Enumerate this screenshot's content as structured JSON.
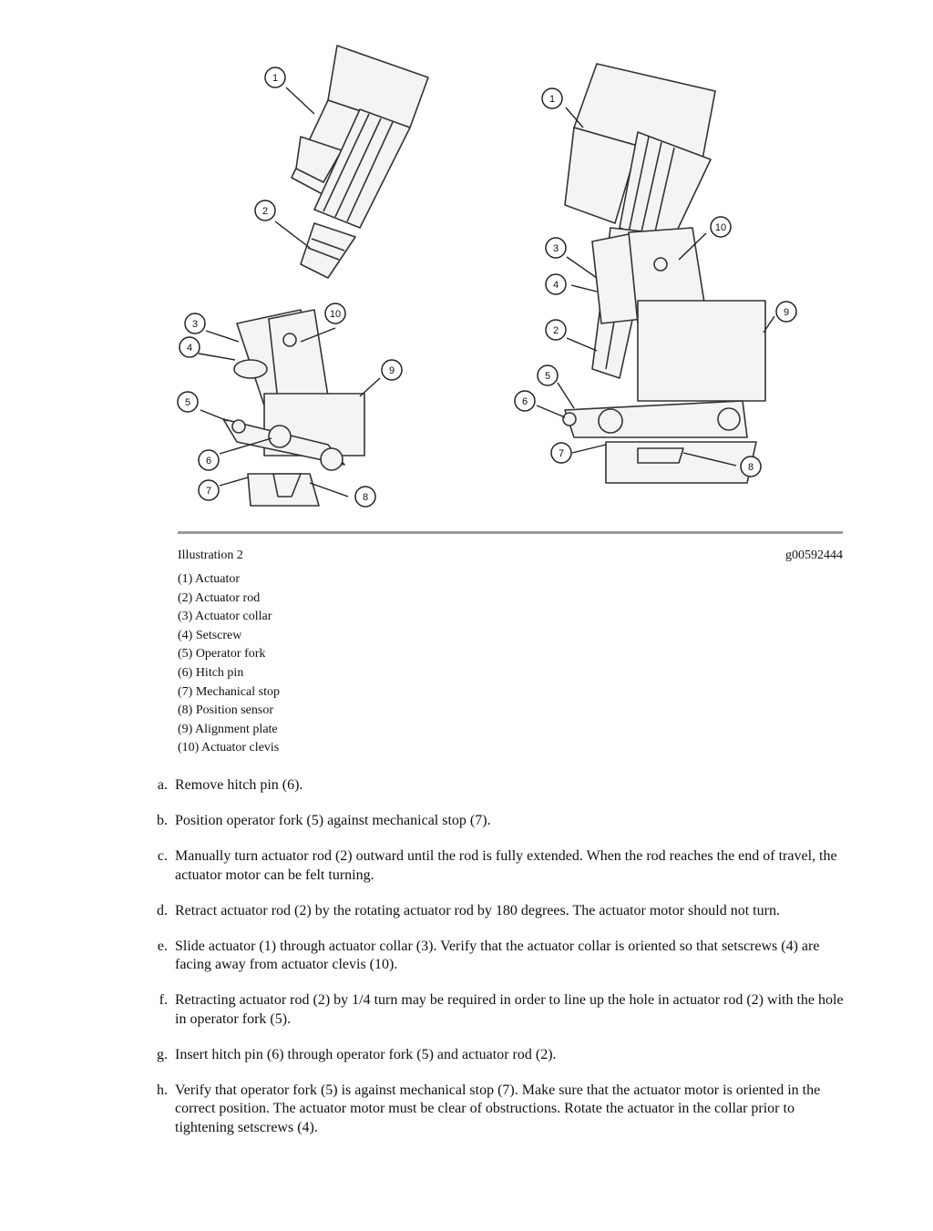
{
  "figure": {
    "caption": "Illustration 2",
    "code": "g00592444",
    "callout_numbers": [
      "1",
      "2",
      "3",
      "4",
      "5",
      "6",
      "7",
      "8",
      "9",
      "10"
    ]
  },
  "legend": [
    "(1) Actuator",
    "(2) Actuator rod",
    "(3) Actuator collar",
    "(4) Setscrew",
    "(5) Operator fork",
    "(6) Hitch pin",
    "(7) Mechanical stop",
    "(8) Position sensor",
    "(9) Alignment plate",
    "(10) Actuator clevis"
  ],
  "steps": [
    {
      "label": "a.",
      "text": "Remove hitch pin (6)."
    },
    {
      "label": "b.",
      "text": "Position operator fork (5) against mechanical stop (7)."
    },
    {
      "label": "c.",
      "text": "Manually turn actuator rod (2) outward until the rod is fully extended. When the rod reaches the end of travel, the actuator motor can be felt turning."
    },
    {
      "label": "d.",
      "text": "Retract actuator rod (2) by the rotating actuator rod by 180 degrees. The actuator motor should not turn."
    },
    {
      "label": "e.",
      "text": "Slide actuator (1) through actuator collar (3). Verify that the actuator collar is oriented so that setscrews (4) are facing away from actuator clevis (10)."
    },
    {
      "label": "f.",
      "text": "Retracting actuator rod (2) by 1/4 turn may be required in order to line up the hole in actuator rod (2) with the hole in operator fork (5)."
    },
    {
      "label": "g.",
      "text": "Insert hitch pin (6) through operator fork (5) and actuator rod (2)."
    },
    {
      "label": "h.",
      "text": "Verify that operator fork (5) is against mechanical stop (7). Make sure that the actuator motor is oriented in the correct position. The actuator motor must be clear of obstructions. Rotate the actuator in the collar prior to tightening setscrews (4)."
    }
  ]
}
